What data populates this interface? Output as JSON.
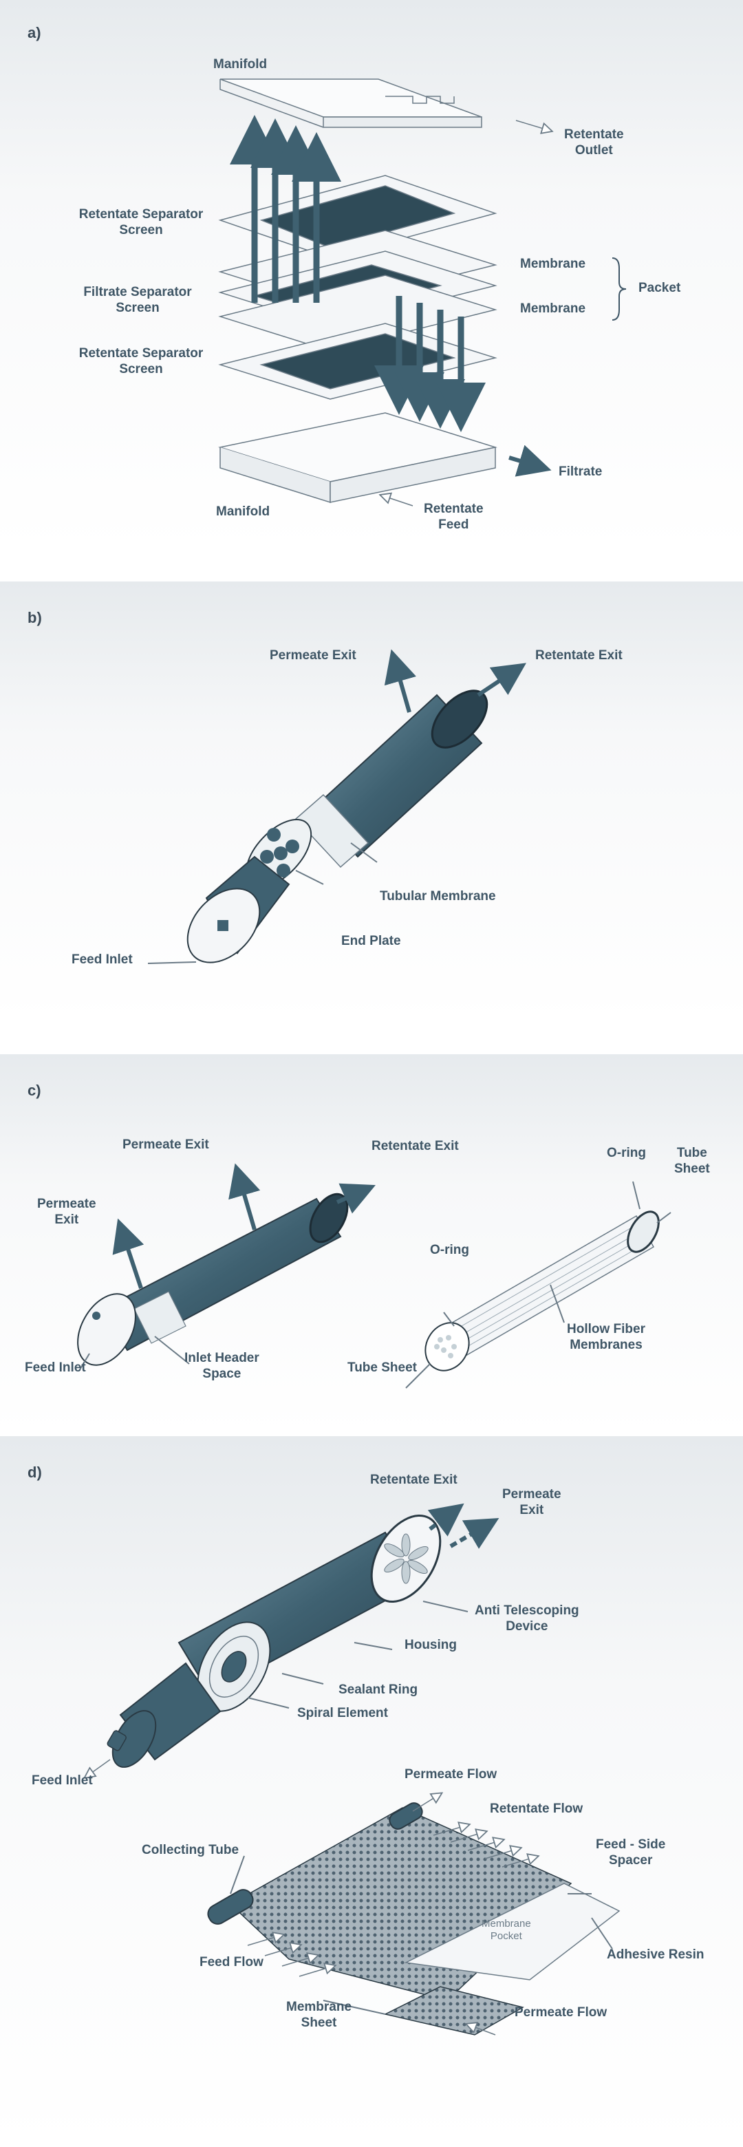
{
  "panels": {
    "a": {
      "label": "a)",
      "manifold_top": "Manifold",
      "retentate_outlet": "Retentate\nOutlet",
      "retentate_separator_top": "Retentate Separator\nScreen",
      "filtrate_separator": "Filtrate Separator\nScreen",
      "retentate_separator_bottom": "Retentate Separator\nScreen",
      "membrane_1": "Membrane",
      "membrane_2": "Membrane",
      "packet": "Packet",
      "filtrate": "Filtrate",
      "manifold_bottom": "Manifold",
      "retentate_feed": "Retentate\nFeed"
    },
    "b": {
      "label": "b)",
      "permeate_exit": "Permeate Exit",
      "retentate_exit": "Retentate Exit",
      "tubular_membrane": "Tubular Membrane",
      "end_plate": "End Plate",
      "feed_inlet": "Feed Inlet"
    },
    "c": {
      "label": "c)",
      "permeate_exit_top": "Permeate Exit",
      "retentate_exit": "Retentate Exit",
      "permeate_exit_side": "Permeate\nExit",
      "feed_inlet": "Feed Inlet",
      "inlet_header_space": "Inlet Header\nSpace",
      "o_ring_right": "O-ring",
      "tube_sheet_right": "Tube\nSheet",
      "o_ring_left": "O-ring",
      "tube_sheet_left": "Tube Sheet",
      "hollow_fiber_membranes": "Hollow Fiber\nMembranes"
    },
    "d": {
      "label": "d)",
      "retentate_exit": "Retentate Exit",
      "permeate_exit": "Permeate\nExit",
      "anti_telescoping_device": "Anti Telescoping\nDevice",
      "housing": "Housing",
      "sealant_ring": "Sealant Ring",
      "spiral_element": "Spiral Element",
      "feed_inlet": "Feed Inlet",
      "permeate_flow_top": "Permeate Flow",
      "retentate_flow": "Retentate Flow",
      "feed_side_spacer": "Feed - Side\nSpacer",
      "collecting_tube": "Collecting Tube",
      "membrane_pocket": "Membrane\nPocket",
      "adhesive_resin": "Adhesive Resin",
      "feed_flow": "Feed Flow",
      "membrane_sheet": "Membrane\nSheet",
      "permeate_flow_bottom": "Permeate Flow"
    }
  },
  "colors": {
    "module_body": "#3f6171",
    "module_highlight": "#8fb0bf",
    "label_text": "#3f5666",
    "panel_bg": "#eef1f3",
    "outline": "#2a3a44"
  }
}
